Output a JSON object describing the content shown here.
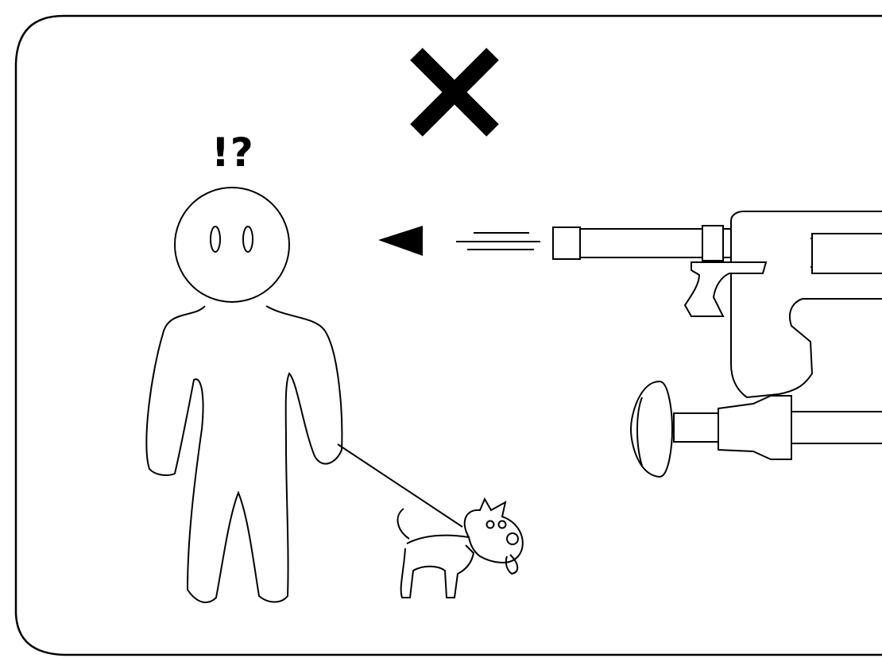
{
  "figure": {
    "exclamation_text": "!?",
    "warning_mark": "cross-icon",
    "subjects": [
      "person",
      "dog",
      "spray-gun"
    ],
    "colors": {
      "ink": "#000000",
      "background": "#ffffff"
    }
  }
}
